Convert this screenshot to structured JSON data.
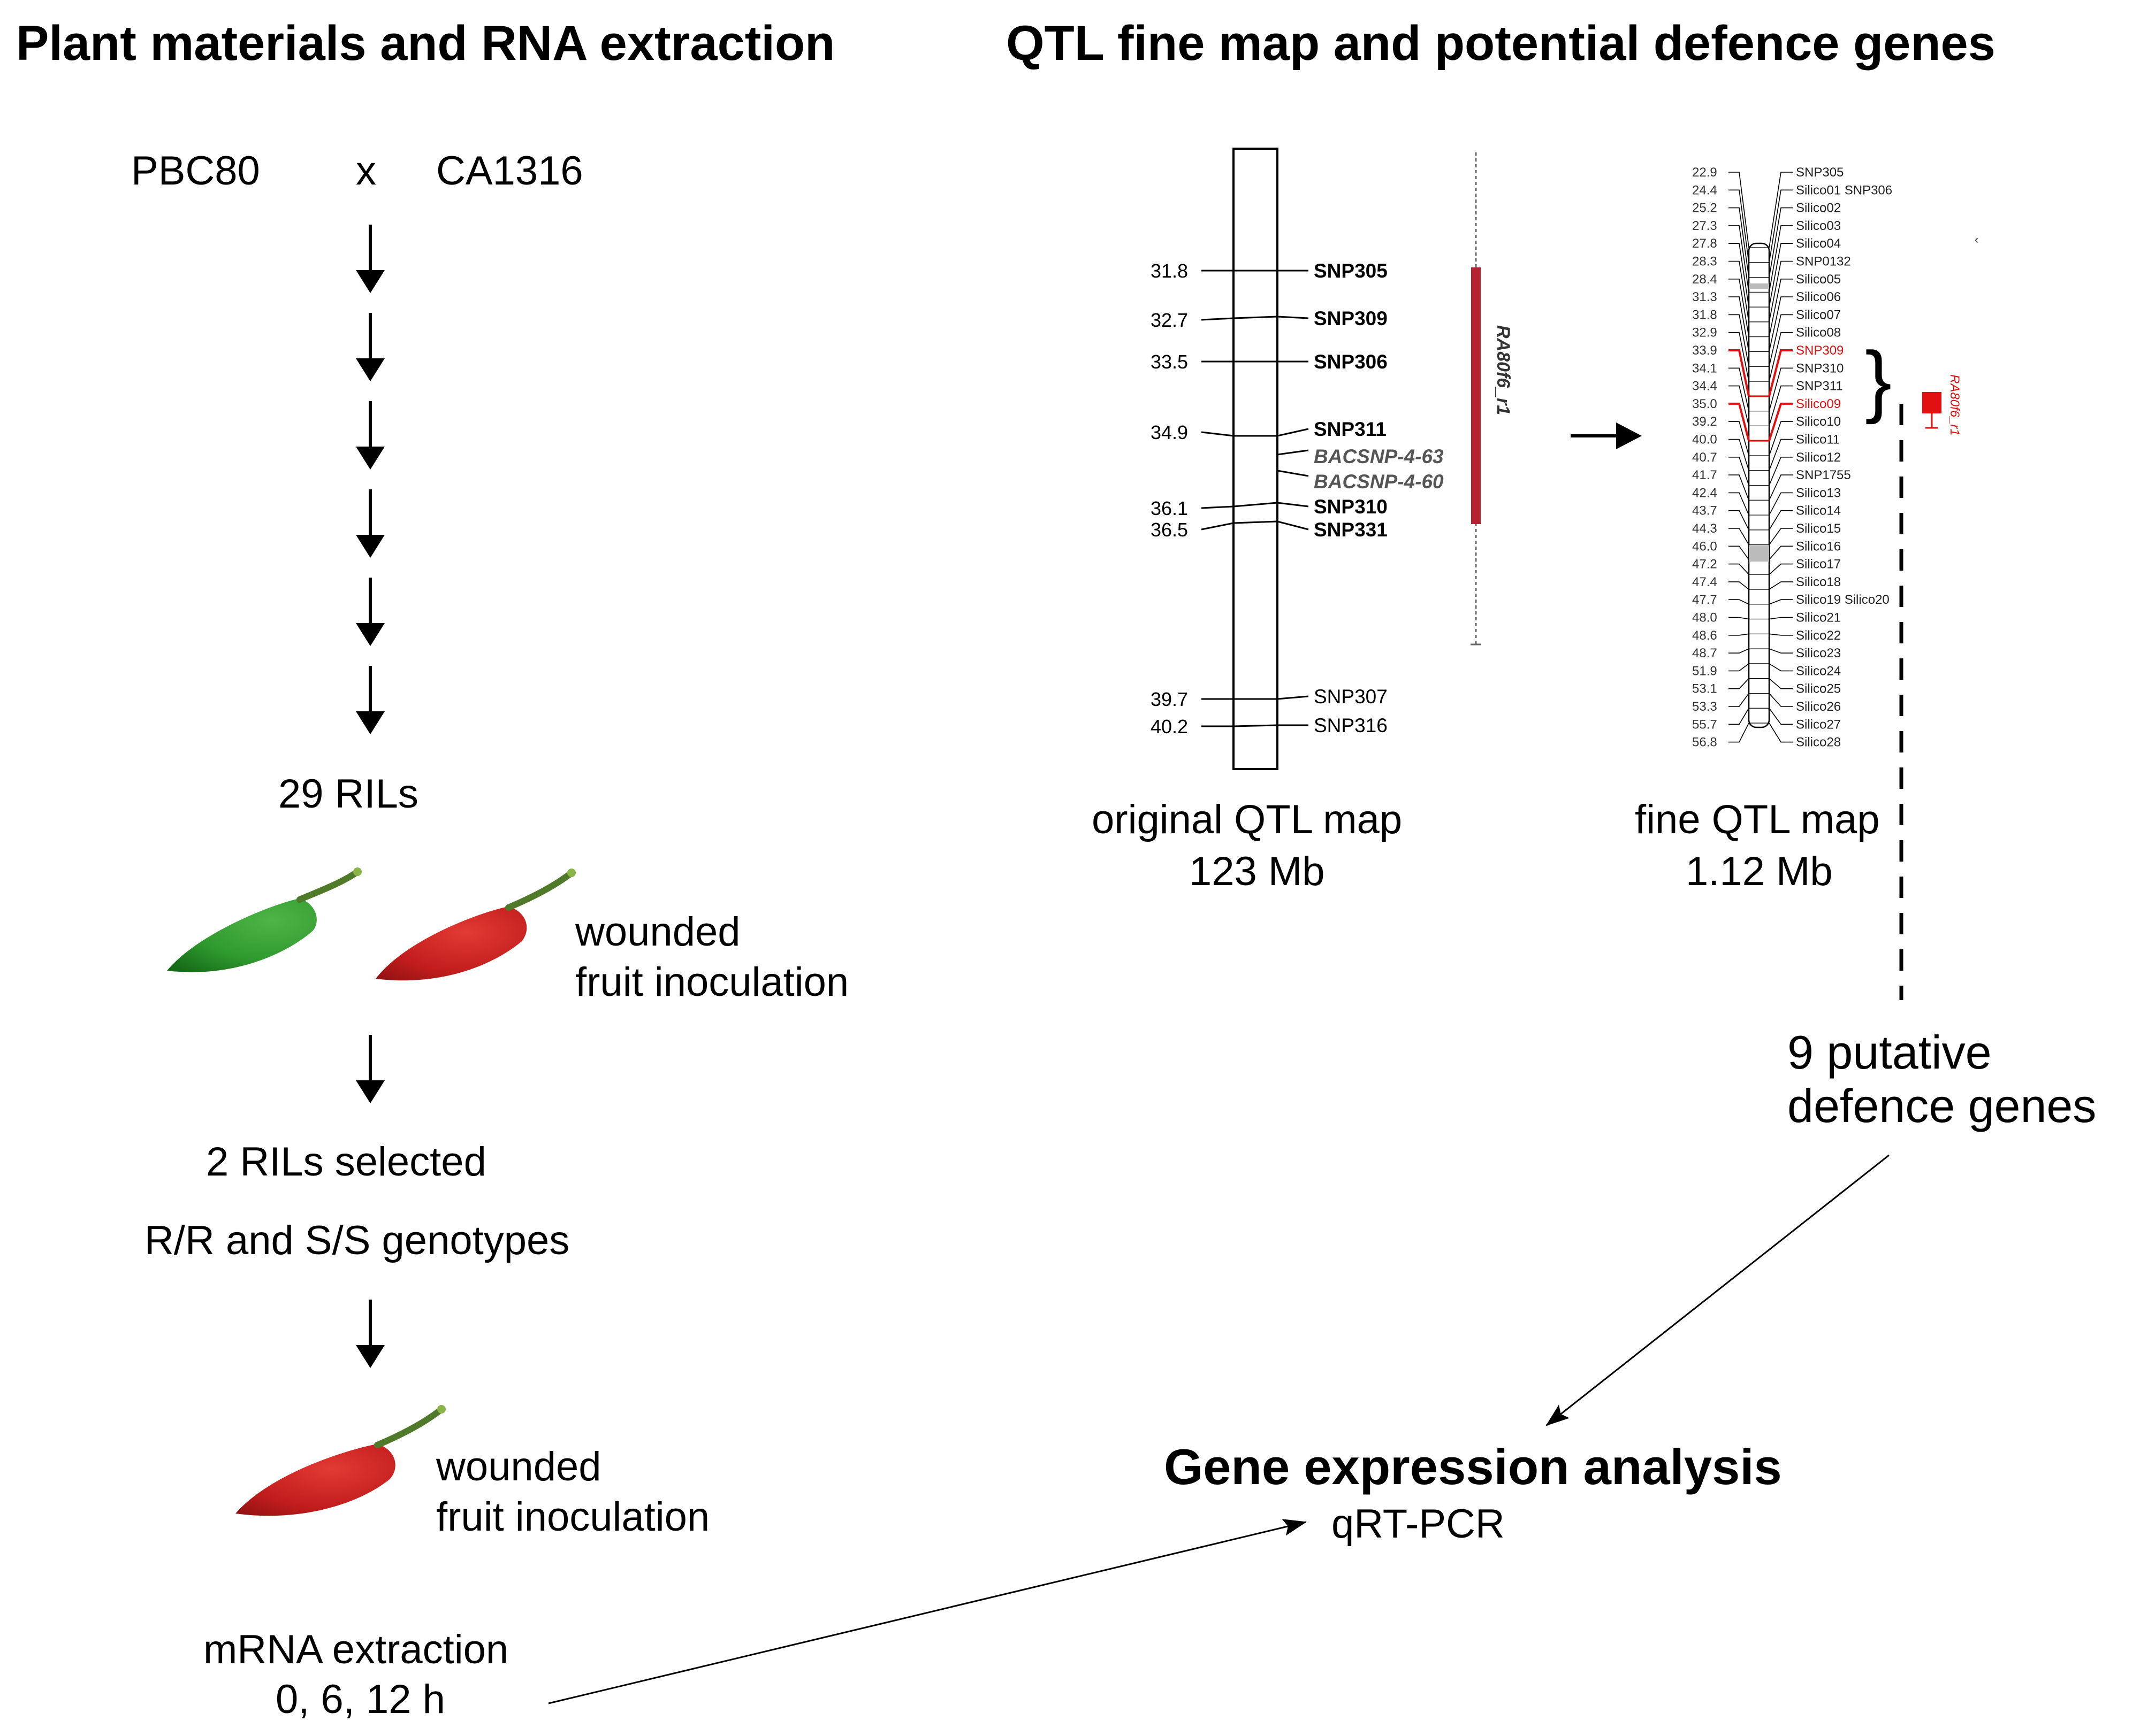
{
  "left_panel": {
    "title": "Plant materials and RNA extraction",
    "parent_1": "PBC80",
    "cross_symbol": "x",
    "parent_2": "CA1316",
    "rils": "29 RILs",
    "inoculation_1_line_1": "wounded",
    "inoculation_1_line_2": "fruit inoculation",
    "selected": "2 RILs selected",
    "genotypes": "R/R and S/S genotypes",
    "inoculation_2_line_1": "wounded",
    "inoculation_2_line_2": "fruit inoculation",
    "extraction_line_1": "mRNA extraction",
    "extraction_line_2": "0, 6, 12 h"
  },
  "right_panel": {
    "title": "QTL fine map and potential defence genes",
    "original_map": {
      "caption_1": "original QTL map",
      "caption_2": "123 Mb",
      "qtl_label": "RA80f6_r1",
      "positions": [
        "31.8",
        "32.7",
        "33.5",
        "34.9",
        "36.1",
        "36.5",
        "39.7",
        "40.2"
      ],
      "markers": [
        {
          "name": "SNP305",
          "style": "bold"
        },
        {
          "name": "SNP309",
          "style": "bold"
        },
        {
          "name": "SNP306",
          "style": "bold"
        },
        {
          "name": "SNP311",
          "style": "bold"
        },
        {
          "name": "BACSNP-4-63",
          "style": "italic"
        },
        {
          "name": "BACSNP-4-60",
          "style": "italic"
        },
        {
          "name": "SNP310",
          "style": "bold"
        },
        {
          "name": "SNP331",
          "style": "bold"
        },
        {
          "name": "SNP307",
          "style": "normal"
        },
        {
          "name": "SNP316",
          "style": "normal"
        }
      ]
    },
    "fine_map": {
      "caption_1": "fine QTL map",
      "caption_2": "1.12 Mb",
      "qtl_label": "RA80f6_r1",
      "positions": [
        "22.9",
        "24.4",
        "25.2",
        "27.3",
        "27.8",
        "28.3",
        "28.4",
        "31.3",
        "31.8",
        "32.9",
        "33.9",
        "34.1",
        "34.4",
        "35.0",
        "39.2",
        "40.0",
        "40.7",
        "41.7",
        "42.4",
        "43.7",
        "44.3",
        "46.0",
        "47.2",
        "47.4",
        "47.7",
        "48.0",
        "48.6",
        "48.7",
        "51.9",
        "53.1",
        "53.3",
        "55.7",
        "56.8"
      ],
      "markers": [
        {
          "name": "SNP305",
          "highlight": false
        },
        {
          "name": "Silico01 SNP306",
          "highlight": false
        },
        {
          "name": "Silico02",
          "highlight": false
        },
        {
          "name": "Silico03",
          "highlight": false
        },
        {
          "name": "Silico04",
          "highlight": false
        },
        {
          "name": "SNP0132",
          "highlight": false
        },
        {
          "name": "Silico05",
          "highlight": false
        },
        {
          "name": "Silico06",
          "highlight": false
        },
        {
          "name": "Silico07",
          "highlight": false
        },
        {
          "name": "Silico08",
          "highlight": false
        },
        {
          "name": "SNP309",
          "highlight": true
        },
        {
          "name": "SNP310",
          "highlight": false
        },
        {
          "name": "SNP311",
          "highlight": false
        },
        {
          "name": "Silico09",
          "highlight": true
        },
        {
          "name": "Silico10",
          "highlight": false
        },
        {
          "name": "Silico11",
          "highlight": false
        },
        {
          "name": "Silico12",
          "highlight": false
        },
        {
          "name": "SNP1755",
          "highlight": false
        },
        {
          "name": "Silico13",
          "highlight": false
        },
        {
          "name": "Silico14",
          "highlight": false
        },
        {
          "name": "Silico15",
          "highlight": false
        },
        {
          "name": "Silico16",
          "highlight": false
        },
        {
          "name": "Silico17",
          "highlight": false
        },
        {
          "name": "Silico18",
          "highlight": false
        },
        {
          "name": "Silico19 Silico20",
          "highlight": false
        },
        {
          "name": "Silico21",
          "highlight": false
        },
        {
          "name": "Silico22",
          "highlight": false
        },
        {
          "name": "Silico23",
          "highlight": false
        },
        {
          "name": "Silico24",
          "highlight": false
        },
        {
          "name": "Silico25",
          "highlight": false
        },
        {
          "name": "Silico26",
          "highlight": false
        },
        {
          "name": "Silico27",
          "highlight": false
        },
        {
          "name": "Silico28",
          "highlight": false
        }
      ]
    },
    "genes_line_1": "9 putative",
    "genes_line_2": "defence genes",
    "analysis_title": "Gene expression analysis",
    "analysis_method": "qRT-PCR"
  },
  "colors": {
    "qtl_bar": "#b52330",
    "highlight_red": "#e01010",
    "pepper_green": "#3a9a32",
    "pepper_red": "#c81e1e",
    "stem": "#4f7a2a"
  }
}
